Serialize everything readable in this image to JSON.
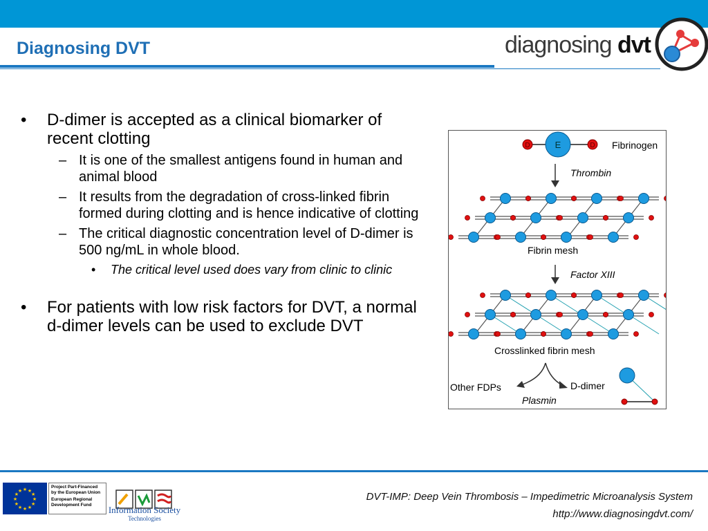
{
  "header": {
    "title": "Diagnosing DVT",
    "logo": {
      "word1": "diagnosing",
      "word2": "dvt"
    }
  },
  "bullets": [
    {
      "text": "D-dimer is accepted as a clinical biomarker of recent clotting"
    },
    {
      "text": "It is one of the smallest antigens found in human and animal blood"
    },
    {
      "text": "It results from the degradation of cross-linked fibrin formed during clotting and is hence indicative of clotting"
    },
    {
      "text": "The critical diagnostic concentration level of D-dimer is 500 ng/mL in whole blood."
    },
    {
      "text": "The critical level used does vary from clinic to clinic"
    },
    {
      "text": "For patients with low risk factors for DVT, a normal d-dimer levels can be used to exclude DVT"
    }
  ],
  "diagram": {
    "fibrinogen": "Fibrinogen",
    "d_label": "D",
    "e_label": "E",
    "thrombin": "Thrombin",
    "fibrin_mesh": "Fibrin mesh",
    "factor_xiii": "Factor XIII",
    "crosslinked": "Crosslinked fibrin mesh",
    "other_fdps": "Other FDPs",
    "d_dimer": "D-dimer",
    "plasmin": "Plasmin"
  },
  "footer": {
    "line1": "DVT-IMP: Deep Vein Thrombosis – Impedimetric Microanalysis System",
    "line2": "http://www.diagnosingdvt.com/",
    "eu_line1": "Project Part-Financed by the European Union",
    "eu_line2": "European Regional Development Fund",
    "is_label": "Information Society",
    "is_sub": "Technologies"
  },
  "colors": {
    "topbar": "#0096d6",
    "title": "#1f6fb5",
    "node_blue": "#1e9be0",
    "node_red": "#e01010"
  }
}
